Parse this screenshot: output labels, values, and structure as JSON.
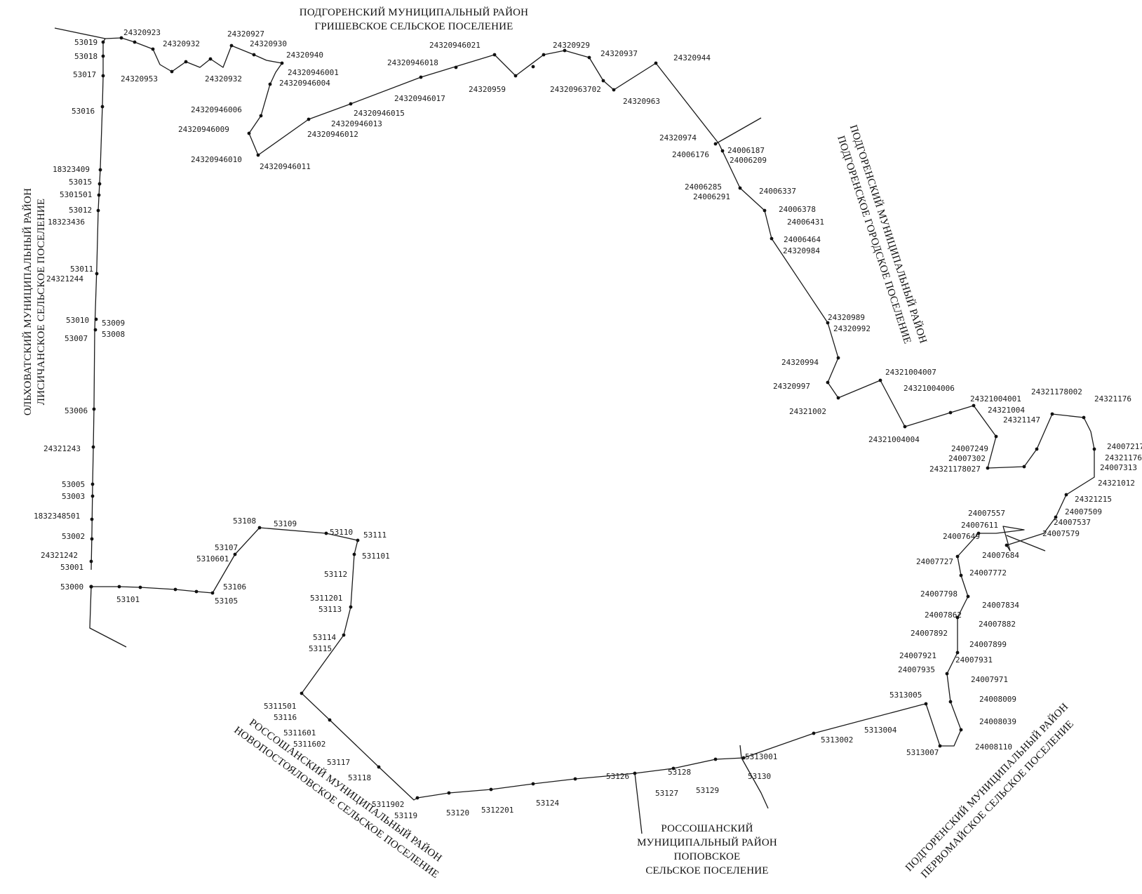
{
  "regions": [
    {
      "id": "podgorensky-grishevskoe",
      "lines": [
        "ПОДГОРЕНСКИЙ МУНИЦИПАЛЬНЫЙ РАЙОН",
        "ГРИШЕВСКОЕ СЕЛЬСКОЕ ПОСЕЛЕНИЕ"
      ]
    },
    {
      "id": "olkhovatsky-lisichanskoe",
      "lines": [
        "ОЛЬХОВАТСКИЙ МУНИЦИПАЛЬНЫЙ РАЙОН",
        "ЛИСИЧАНСКОЕ СЕЛЬСКОЕ ПОСЕЛЕНИЕ"
      ]
    },
    {
      "id": "podgorensky-gorodskoe",
      "lines": [
        "ПОДГОРЕНСКИЙ МУНИЦИПАЛЬНЫЙ РАЙОН",
        "ПОДГОРЕНСКОЕ ГОРОДСКОЕ ПОСЕЛЕНИЕ"
      ]
    },
    {
      "id": "rossoshansky-novopostoyalovskoe",
      "lines": [
        "РОССОШАНСКИЙ МУНИЦИПАЛЬНЫЙ РАЙОН",
        "НОВОПОСТОЯЛОВСКОЕ СЕЛЬСКОЕ ПОСЕЛЕНИЕ"
      ]
    },
    {
      "id": "rossoshansky-popovskoe",
      "lines": [
        "РОССОШАНСКИЙ",
        "МУНИЦИПАЛЬНЫЙ РАЙОН",
        "ПОПОВСКОЕ",
        "СЕЛЬСКОЕ ПОСЕЛЕНИЕ"
      ]
    },
    {
      "id": "podgorensky-pervomayskoe",
      "lines": [
        "ПОДГОРЕНСКИЙ МУНИЦИПАЛЬНЫЙ РАЙОН",
        "ПЕРВОМАЙСКОЕ СЕЛЬСКОЕ ПОСЕЛЕНИЕ"
      ]
    }
  ],
  "point_labels": [
    "53019",
    "53018",
    "53017",
    "53016",
    "18323409",
    "53015",
    "5301501",
    "53012",
    "18323436",
    "53011",
    "24321244",
    "53010",
    "53009",
    "53007",
    "53008",
    "53006",
    "24321243",
    "53005",
    "53003",
    "1832348501",
    "53002",
    "24321242",
    "53001",
    "53000",
    "24320923",
    "24320932",
    "24320927",
    "24320930",
    "24320940",
    "24320953",
    "24320932",
    "24320946001",
    "24320946004",
    "24320946006",
    "24320946009",
    "24320946010",
    "24320946011",
    "24320946015",
    "24320946013",
    "24320946012",
    "24320946021",
    "24320946018",
    "24320946017",
    "24320959",
    "24320929",
    "24320937",
    "24320944",
    "24320963702",
    "24320963",
    "24320974",
    "24006176",
    "24006187",
    "24006209",
    "24006285",
    "24006291",
    "24006337",
    "24006378",
    "24006431",
    "24006464",
    "24320984",
    "24320989",
    "24320992",
    "24320994",
    "24320997",
    "24321002",
    "24321004",
    "24321147",
    "24321004007",
    "24321004006",
    "24321004001",
    "24321004004",
    "24321178002",
    "24321176",
    "24007217",
    "24321176",
    "24007313",
    "24321012",
    "24321215",
    "24007509",
    "24007537",
    "24007579",
    "24007249",
    "24007302",
    "24321178027",
    "24007557",
    "24007611",
    "24007649",
    "24007684",
    "24007727",
    "24007772",
    "24007798",
    "24007834",
    "24007862",
    "24007882",
    "24007892",
    "24007899",
    "24007921",
    "24007931",
    "24007935",
    "24007971",
    "24008009",
    "24008039",
    "24008110",
    "5313005",
    "5313004",
    "5313002",
    "5313001",
    "5313007",
    "53130",
    "53129",
    "53128",
    "53127",
    "53126",
    "53124",
    "5312201",
    "53120",
    "53119",
    "5311902",
    "53118",
    "53117",
    "5311601",
    "5311602",
    "5311501",
    "53116",
    "53115",
    "53114",
    "5311201",
    "53113",
    "53112",
    "531101",
    "53111",
    "53110",
    "53109",
    "53108",
    "53107",
    "5310601",
    "53106",
    "53105",
    "53101"
  ],
  "map": {
    "type": "boundary-scheme",
    "line_color": "#1a1a1a",
    "background": "#ffffff"
  }
}
